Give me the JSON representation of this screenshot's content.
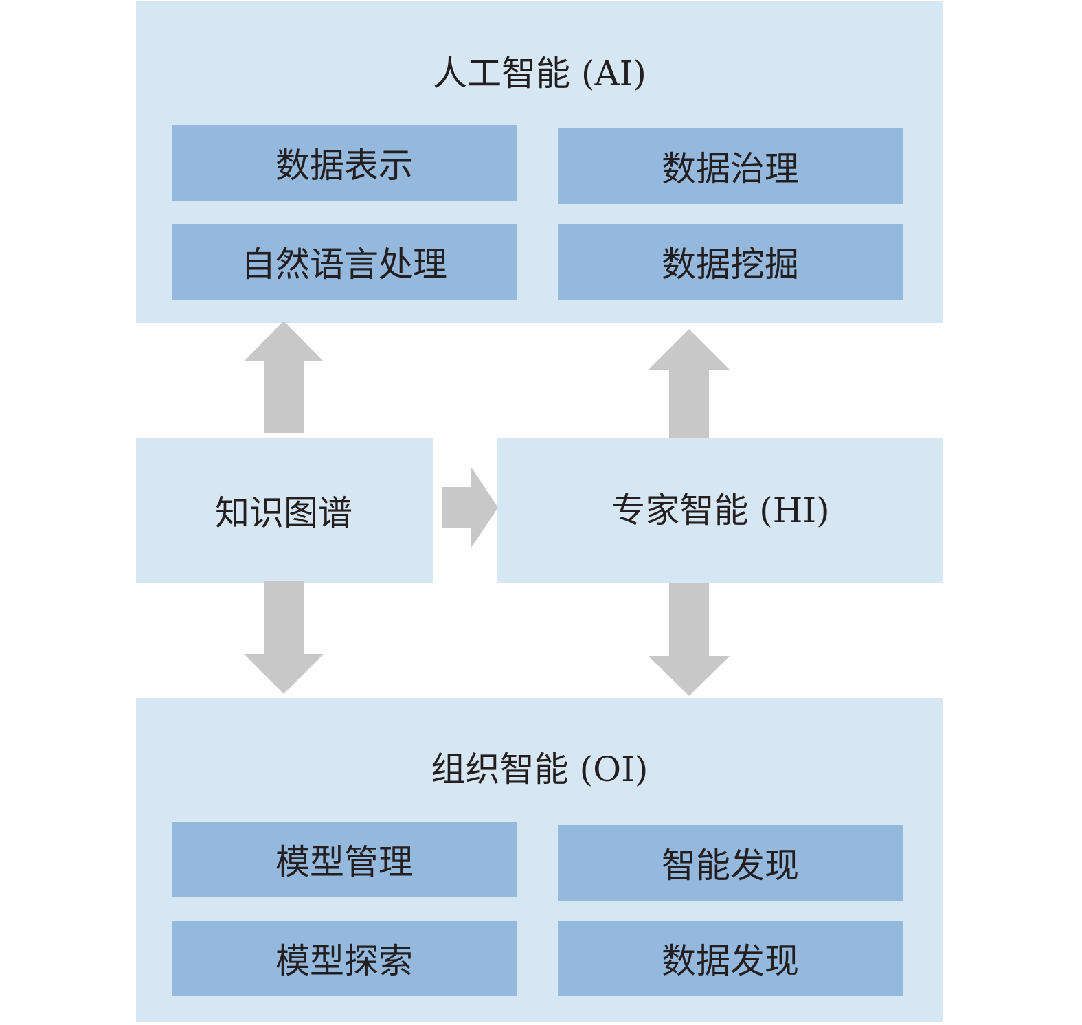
{
  "ai": {
    "title": "人工智能 (AI)",
    "items": [
      "数据表示",
      "数据治理",
      "自然语言处理",
      "数据挖掘"
    ]
  },
  "kg": {
    "label": "知识图谱"
  },
  "hi": {
    "title": "专家智能 (HI)"
  },
  "oi": {
    "title": "组织智能 (OI)",
    "items": [
      "模型管理",
      "智能发现",
      "模型探索",
      "数据发现"
    ]
  },
  "colors": {
    "panel_fill": "#d6e6f3",
    "box_fill": "#95b8dd",
    "arrow_fill": "#c8c8c8",
    "text": "#231f20"
  }
}
